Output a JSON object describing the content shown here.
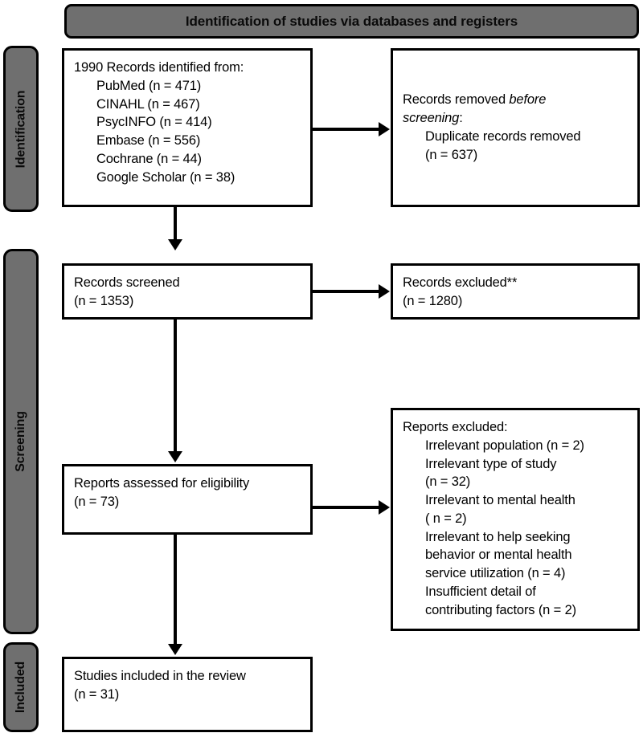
{
  "banner": {
    "title": "Identification of studies via databases and registers"
  },
  "stages": [
    {
      "id": "identification",
      "label": "Identification"
    },
    {
      "id": "screening",
      "label": "Screening"
    },
    {
      "id": "included",
      "label": "Included"
    }
  ],
  "boxes": {
    "identified": {
      "name": "records-identified-box",
      "lines": [
        {
          "text": "1990 Records identified from:",
          "indent": false
        },
        {
          "text": "PubMed (n = 471)",
          "indent": true
        },
        {
          "text": "CINAHL (n = 467)",
          "indent": true
        },
        {
          "text": "PsycINFO (n = 414)",
          "indent": true
        },
        {
          "text": "Embase (n = 556)",
          "indent": true
        },
        {
          "text": "Cochrane (n = 44)",
          "indent": true
        },
        {
          "text": "Google Scholar (n = 38)",
          "indent": true
        }
      ]
    },
    "removed": {
      "name": "records-removed-box",
      "lines": [
        {
          "text": "Records removed before",
          "indent": false,
          "italic_tail": "before"
        },
        {
          "text": "screening:",
          "indent": false,
          "italic_head": "screening"
        },
        {
          "text": "Duplicate records removed",
          "indent": true
        },
        {
          "text": "(n = 637)",
          "indent": true
        }
      ]
    },
    "screened": {
      "name": "records-screened-box",
      "lines": [
        {
          "text": "Records screened",
          "indent": false
        },
        {
          "text": "(n = 1353)",
          "indent": false
        }
      ]
    },
    "excluded": {
      "name": "records-excluded-box",
      "lines": [
        {
          "text": "Records excluded**",
          "indent": false
        },
        {
          "text": "(n = 1280)",
          "indent": false
        }
      ]
    },
    "assessed": {
      "name": "reports-assessed-box",
      "lines": [
        {
          "text": "Reports assessed for eligibility",
          "indent": false
        },
        {
          "text": "(n = 73)",
          "indent": false
        }
      ]
    },
    "reports_excluded": {
      "name": "reports-excluded-box",
      "lines": [
        {
          "text": "Reports excluded:",
          "indent": false
        },
        {
          "text": "Irrelevant population (n = 2)",
          "indent": true
        },
        {
          "text": "Irrelevant type of study",
          "indent": true
        },
        {
          "text": "(n = 32)",
          "indent": true
        },
        {
          "text": "Irrelevant to mental health",
          "indent": true
        },
        {
          "text": "( n = 2)",
          "indent": true
        },
        {
          "text": "Irrelevant to help seeking",
          "indent": true
        },
        {
          "text": "behavior or mental health",
          "indent": true
        },
        {
          "text": "service utilization (n = 4)",
          "indent": true
        },
        {
          "text": "Insufficient detail of",
          "indent": true
        },
        {
          "text": "contributing factors (n = 2)",
          "indent": true
        }
      ]
    },
    "included": {
      "name": "studies-included-box",
      "lines": [
        {
          "text": "Studies included in the review",
          "indent": false
        },
        {
          "text": "(n = 31)",
          "indent": false
        }
      ]
    }
  },
  "colors": {
    "stage_fill": "#6f6f6f",
    "banner_fill": "#6f6f6f",
    "box_fill": "#ffffff",
    "stroke": "#000000"
  }
}
